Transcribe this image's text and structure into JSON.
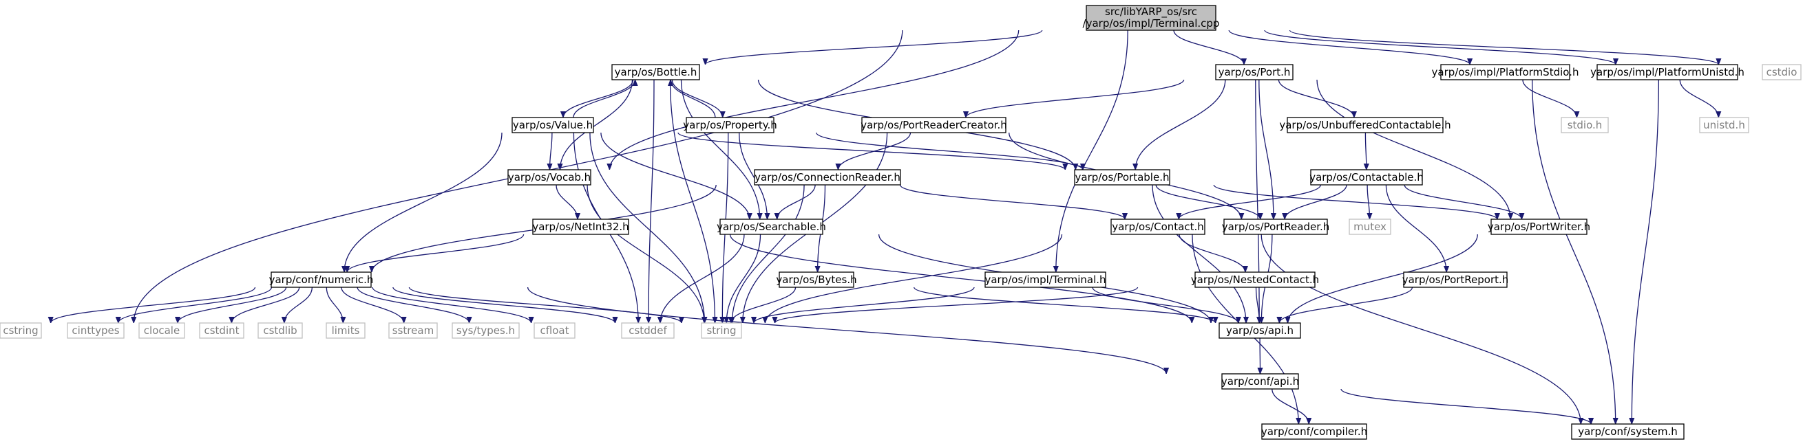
{
  "colors": {
    "edge": "#191970",
    "root_fill": "#bfbfbf",
    "node_border": "#000000",
    "external_border": "#bfbfbf",
    "external_text": "#7f7f7f"
  },
  "nodes": {
    "root": [
      "src/libYARP_os/src",
      "/yarp/os/impl/Terminal.cpp"
    ],
    "bottle": [
      "yarp/os/Bottle.h"
    ],
    "port": [
      "yarp/os/Port.h"
    ],
    "platformstdio": [
      "yarp/os/impl/PlatformStdio.h"
    ],
    "platformunistd": [
      "yarp/os/impl/PlatformUnistd.h"
    ],
    "cstdio": [
      "cstdio"
    ],
    "value": [
      "yarp/os/Value.h"
    ],
    "property": [
      "yarp/os/Property.h"
    ],
    "portreadercreator": [
      "yarp/os/PortReaderCreator.h"
    ],
    "unbuffered": [
      "yarp/os/UnbufferedContactable.h"
    ],
    "stdio": [
      "stdio.h"
    ],
    "unistd": [
      "unistd.h"
    ],
    "vocab": [
      "yarp/os/Vocab.h"
    ],
    "connectionreader": [
      "yarp/os/ConnectionReader.h"
    ],
    "portable": [
      "yarp/os/Portable.h"
    ],
    "contactable": [
      "yarp/os/Contactable.h"
    ],
    "netint32": [
      "yarp/os/NetInt32.h"
    ],
    "searchable": [
      "yarp/os/Searchable.h"
    ],
    "contact": [
      "yarp/os/Contact.h"
    ],
    "portreader": [
      "yarp/os/PortReader.h"
    ],
    "mutex": [
      "mutex"
    ],
    "portwriter": [
      "yarp/os/PortWriter.h"
    ],
    "numeric": [
      "yarp/conf/numeric.h"
    ],
    "bytes": [
      "yarp/os/Bytes.h"
    ],
    "terminal": [
      "yarp/os/impl/Terminal.h"
    ],
    "nestedcontact": [
      "yarp/os/NestedContact.h"
    ],
    "portreport": [
      "yarp/os/PortReport.h"
    ],
    "cstring": [
      "cstring"
    ],
    "cinttypes": [
      "cinttypes"
    ],
    "clocale": [
      "clocale"
    ],
    "cstdint": [
      "cstdint"
    ],
    "cstdlib": [
      "cstdlib"
    ],
    "limits": [
      "limits"
    ],
    "sstream": [
      "sstream"
    ],
    "systypes": [
      "sys/types.h"
    ],
    "cfloat": [
      "cfloat"
    ],
    "cstddef": [
      "cstddef"
    ],
    "string": [
      "string"
    ],
    "osapi": [
      "yarp/os/api.h"
    ],
    "confapi": [
      "yarp/conf/api.h"
    ],
    "compiler": [
      "yarp/conf/compiler.h"
    ],
    "system": [
      "yarp/conf/system.h"
    ]
  }
}
